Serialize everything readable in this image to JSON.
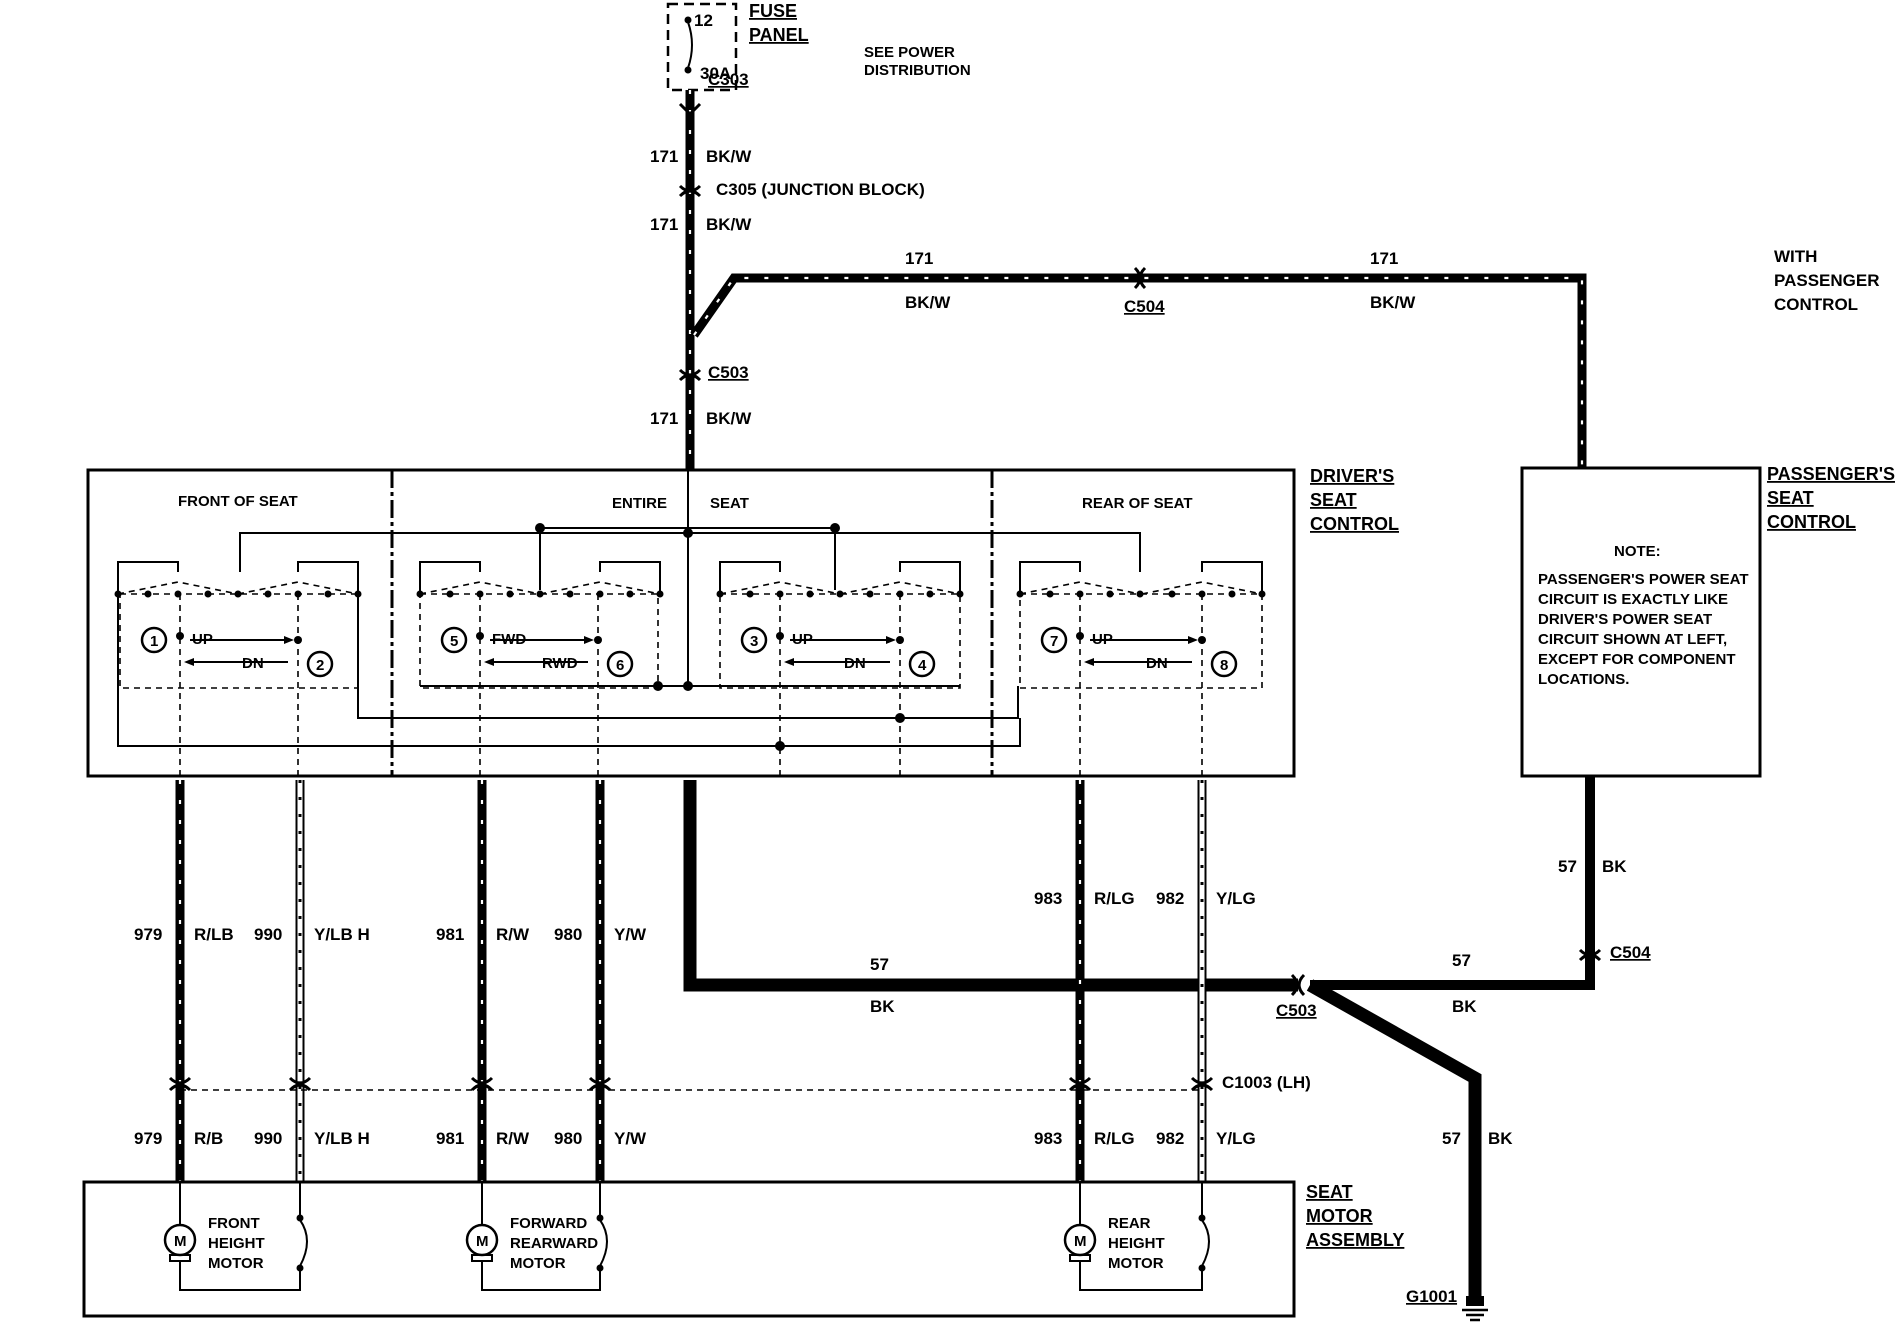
{
  "fuse": {
    "panel_label": "FUSE PANEL",
    "fuse_number": "12",
    "fuse_rating": "30A",
    "note": "SEE POWER DISTRIBUTION"
  },
  "connectors": {
    "c303": "C303",
    "c305": "C305 (JUNCTION BLOCK)",
    "c503_top": "C503",
    "c504_top": "C504",
    "c503_bottom": "C503",
    "c504_right": "C504",
    "c1003": "C1003 (LH)",
    "g1001": "G1001"
  },
  "circuits": {
    "c171": "171",
    "bkw": "BK/W",
    "c57": "57",
    "bk": "BK",
    "c979": "979",
    "rlb": "R/LB",
    "rb": "R/B",
    "c990": "990",
    "ylbh": "Y/LB H",
    "c981": "981",
    "rw": "R/W",
    "c980": "980",
    "yw": "Y/W",
    "c983": "983",
    "rlg": "R/LG",
    "c982": "982",
    "ylg": "Y/LG"
  },
  "labels": {
    "with_passenger": [
      "WITH",
      "PASSENGER",
      "CONTROL"
    ],
    "drivers_control": [
      "DRIVER'S",
      "SEAT",
      "CONTROL"
    ],
    "passengers_control": [
      "PASSENGER'S",
      "SEAT",
      "CONTROL"
    ],
    "seat_motor_assembly": [
      "SEAT",
      "MOTOR",
      "ASSEMBLY"
    ],
    "front_of_seat": "FRONT OF SEAT",
    "entire": "ENTIRE",
    "seat": "SEAT",
    "rear_of_seat": "REAR OF SEAT",
    "up": "UP",
    "dn": "DN",
    "fwd": "FWD",
    "rwd": "RWD"
  },
  "note": {
    "heading": "NOTE:",
    "lines": [
      "PASSENGER'S POWER SEAT",
      "CIRCUIT IS EXACTLY LIKE",
      "DRIVER'S POWER SEAT",
      "CIRCUIT SHOWN AT LEFT,",
      "EXCEPT FOR COMPONENT",
      "LOCATIONS."
    ]
  },
  "switch_numbers": [
    "1",
    "2",
    "3",
    "4",
    "5",
    "6",
    "7",
    "8"
  ],
  "motors": {
    "front": [
      "FRONT",
      "HEIGHT",
      "MOTOR"
    ],
    "forward": [
      "FORWARD",
      "REARWARD",
      "MOTOR"
    ],
    "rear": [
      "REAR",
      "HEIGHT",
      "MOTOR"
    ],
    "symbol": "M"
  }
}
